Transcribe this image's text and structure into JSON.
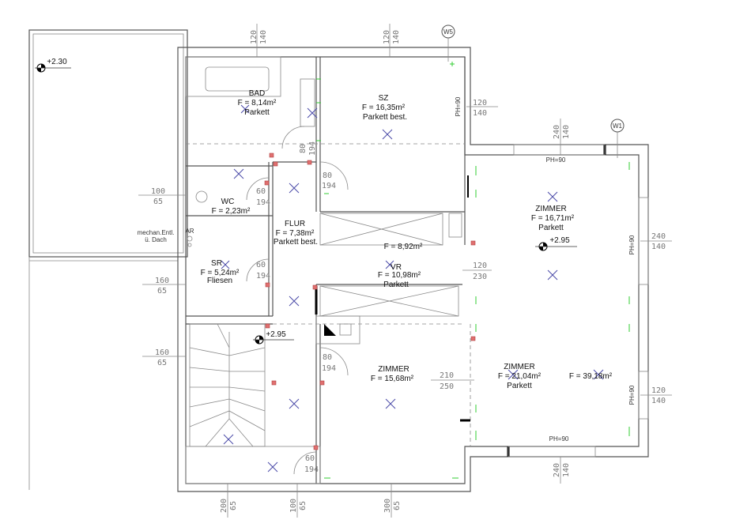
{
  "colors": {
    "walls": "#555555",
    "lamps": "#4a4aa8",
    "sockets": "#e07070",
    "switches": "#33cc33"
  },
  "terrace": {
    "level": "+2.30",
    "note1": "mechan.Entl.",
    "note2": "ü. Dach"
  },
  "rooms": [
    {
      "name": "BAD",
      "area": "F = 8,14m²",
      "floor": "Parkett"
    },
    {
      "name": "SZ",
      "area": "F = 16,35m²",
      "floor": "Parkett best."
    },
    {
      "name": "WC",
      "area": "F = 2,23m²",
      "floor": ""
    },
    {
      "name": "FLUR",
      "area": "F = 7,38m²",
      "floor": "Parkett best."
    },
    {
      "name": "SR",
      "area": "F = 5,24m²",
      "floor": "Fliesen"
    },
    {
      "name": "VR",
      "area": "F = 10,98m²",
      "floor": "Parkett"
    },
    {
      "name": "ZIMMER",
      "area": "F = 16,71m²",
      "floor": "Parkett"
    },
    {
      "name": "ZIMMER",
      "area": "F = 15,68m²",
      "floor": ""
    },
    {
      "name": "ZIMMER",
      "area": "F = 21,04m²",
      "floor": "Parkett"
    }
  ],
  "extra_areas": {
    "shaft": "F = 8,92m²",
    "total": "F = 39,18m²"
  },
  "levels": [
    "+2.95",
    "+2.95"
  ],
  "labels": {
    "ar": "AR",
    "w5": "W5",
    "w1": "W1",
    "ph": "PH=90"
  },
  "dims": [
    {
      "a": "120",
      "b": "140"
    },
    {
      "a": "120",
      "b": "140"
    },
    {
      "a": "120",
      "b": "140"
    },
    {
      "a": "240",
      "b": "140"
    },
    {
      "a": "240",
      "b": "140"
    },
    {
      "a": "120",
      "b": "230"
    },
    {
      "a": "210",
      "b": "250"
    },
    {
      "a": "120",
      "b": "140"
    },
    {
      "a": "240",
      "b": "140"
    },
    {
      "a": "100",
      "b": "65"
    },
    {
      "a": "160",
      "b": "65"
    },
    {
      "a": "160",
      "b": "65"
    },
    {
      "a": "200",
      "b": "65"
    },
    {
      "a": "100",
      "b": "65"
    },
    {
      "a": "300",
      "b": "65"
    }
  ],
  "doors": [
    {
      "a": "80",
      "b": "194"
    },
    {
      "a": "80",
      "b": "194"
    },
    {
      "a": "60",
      "b": "194"
    },
    {
      "a": "60",
      "b": "194"
    },
    {
      "a": "80",
      "b": "194"
    },
    {
      "a": "60",
      "b": "194"
    }
  ]
}
